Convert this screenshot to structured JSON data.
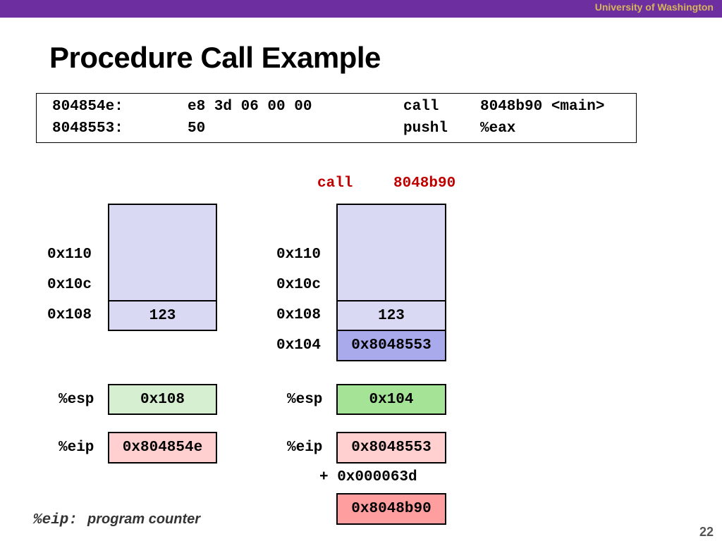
{
  "header": {
    "org": "University of Washington"
  },
  "slide": {
    "title": "Procedure Call Example",
    "page_number": "22"
  },
  "code": [
    {
      "addr": "804854e:",
      "bytes": "e8 3d 06 00 00",
      "op": "call",
      "arg": "8048b90 <main>"
    },
    {
      "addr": "8048553:",
      "bytes": "50",
      "op": "pushl",
      "arg": "%eax"
    }
  ],
  "instruction_label": {
    "op": "call",
    "arg": "8048b90"
  },
  "before": {
    "stack_labels": [
      "0x110",
      "0x10c",
      "0x108"
    ],
    "stack_value": "123",
    "esp_label": "%esp",
    "esp": "0x108",
    "eip_label": "%eip",
    "eip": "0x804854e"
  },
  "after": {
    "stack_labels": [
      "0x110",
      "0x10c",
      "0x108",
      "0x104"
    ],
    "stack_value": "123",
    "pushed_value": "0x8048553",
    "esp_label": "%esp",
    "esp": "0x104",
    "eip_label": "%eip",
    "eip": "0x8048553",
    "offset": "+ 0x000063d",
    "target": "0x8048b90"
  },
  "legend": {
    "reg": "%eip:",
    "text": "program counter"
  },
  "colors": {
    "stack_light": "#d9d9f3",
    "stack_pushed": "#a9aaeb",
    "esp_before": "#d5efd0",
    "esp_after": "#a5e397",
    "eip_light": "#ffd0cf",
    "eip_target": "#ff9e9e",
    "accent_red": "#c00000",
    "topbar": "#6d2e9f"
  }
}
